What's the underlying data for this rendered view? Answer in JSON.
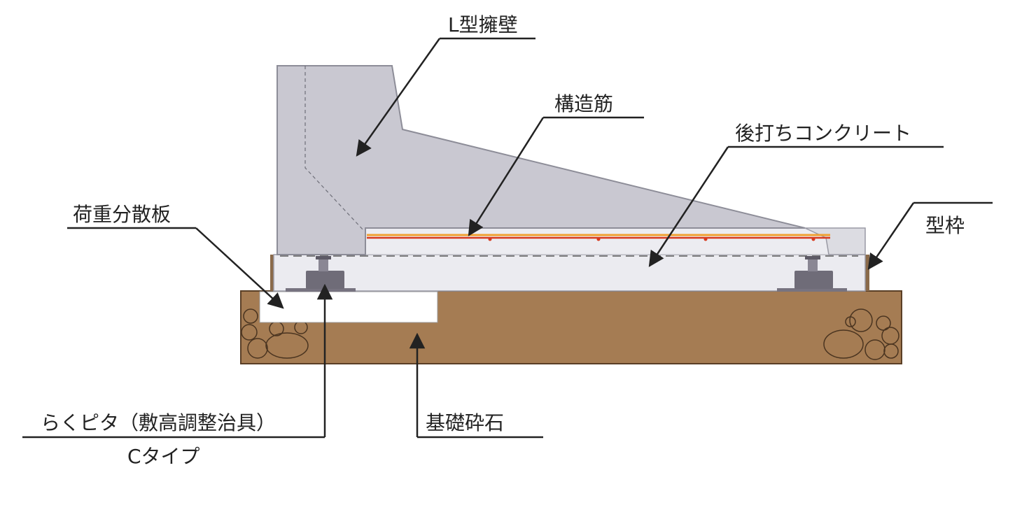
{
  "labels": {
    "l_wall": "L型擁壁",
    "rebar": "構造筋",
    "post_concrete": "後打ちコンクリート",
    "formwork": "型枠",
    "load_plate": "荷重分散板",
    "rakupita": "らくピタ（敷高調整治具）",
    "c_type": "Cタイプ",
    "crushed_stone": "基礎砕石"
  },
  "colors": {
    "wall_fill": "#c9c8d1",
    "wall_stroke": "#8d8d98",
    "concrete_fill": "#ebebf0",
    "gravel_fill": "#a57c53",
    "plate_fill": "#ffffff",
    "rebar_red": "#d83a1e",
    "rebar_orange": "#f0a030",
    "jig_fill": "#6f6c78",
    "leader": "#222222"
  }
}
